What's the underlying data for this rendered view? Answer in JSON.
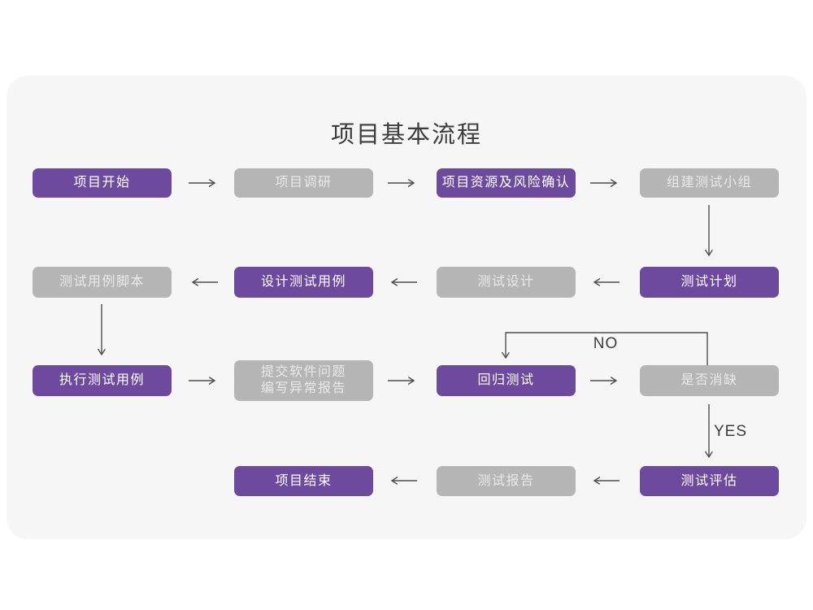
{
  "title": "项目基本流程",
  "colors": {
    "purple": "#6e4a9e",
    "gray": "#b5b5b5",
    "line": "#4d4d4d",
    "card_bg": "#f6f6f7",
    "page_bg": "#ffffff",
    "title_color": "#3c3c3c"
  },
  "nodes": {
    "project_start": {
      "label": "项目开始"
    },
    "project_research": {
      "label": "项目调研"
    },
    "project_resources_risk": {
      "label": "项目资源及风险确认"
    },
    "build_test_team": {
      "label": "组建测试小组"
    },
    "test_case_script": {
      "label": "测试用例脚本"
    },
    "design_test_case": {
      "label": "设计测试用例"
    },
    "test_design": {
      "label": "测试设计"
    },
    "test_plan": {
      "label": "测试计划"
    },
    "execute_test_case": {
      "label": "执行测试用例"
    },
    "submit_issue_report": {
      "label_line1": "提交软件问题",
      "label_line2": "编写异常报告"
    },
    "regression_test": {
      "label": "回归测试"
    },
    "defect_resolved": {
      "label": "是否消缺"
    },
    "project_end": {
      "label": "项目结束"
    },
    "test_report": {
      "label": "测试报告"
    },
    "test_evaluation": {
      "label": "测试评估"
    }
  },
  "edge_labels": {
    "no": "NO",
    "yes": "YES"
  }
}
